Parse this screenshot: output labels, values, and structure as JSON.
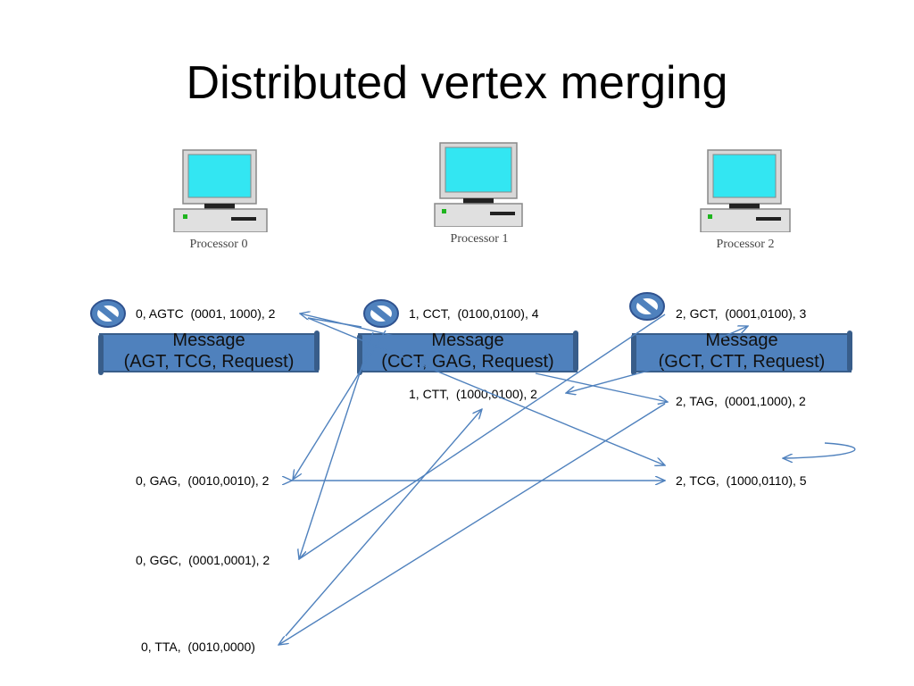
{
  "slide": {
    "title": "Distributed vertex merging"
  },
  "processors": [
    {
      "label": "Processor 0"
    },
    {
      "label": "Processor 1"
    },
    {
      "label": "Processor 2"
    }
  ],
  "messages": [
    {
      "title": "Message",
      "content": "(AGT, TCG, Request)"
    },
    {
      "title": "Message",
      "content": "(CCT, GAG, Request)"
    },
    {
      "title": "Message",
      "content": "(GCT, CTT, Request)"
    }
  ],
  "vertices": {
    "p0": [
      "0, AGTC  (0001, 1000), 2",
      "0, GAG,  (0010,0010), 2",
      "0, GGC,  (0001,0001), 2",
      "0, TTA,  (0010,0000)"
    ],
    "p1": [
      "1, CCT,  (0100,0100), 4",
      "1, CTT,  (1000,0100), 2"
    ],
    "p2": [
      "2, GCT,  (0001,0100), 3",
      "2, TAG,  (0001,1000), 2",
      "2, TCG,  (1000,0110), 5"
    ]
  },
  "colors": {
    "banner_fill": "#4f81bd",
    "banner_stroke": "#385d8a",
    "arrow": "#4f81bd",
    "no_symbol": "#2f528f",
    "no_symbol_fill": "#4f81bd",
    "screen": "#33e6f2"
  },
  "icons": {
    "processor": "desktop-computer-icon",
    "blocked": "prohibition-icon"
  }
}
